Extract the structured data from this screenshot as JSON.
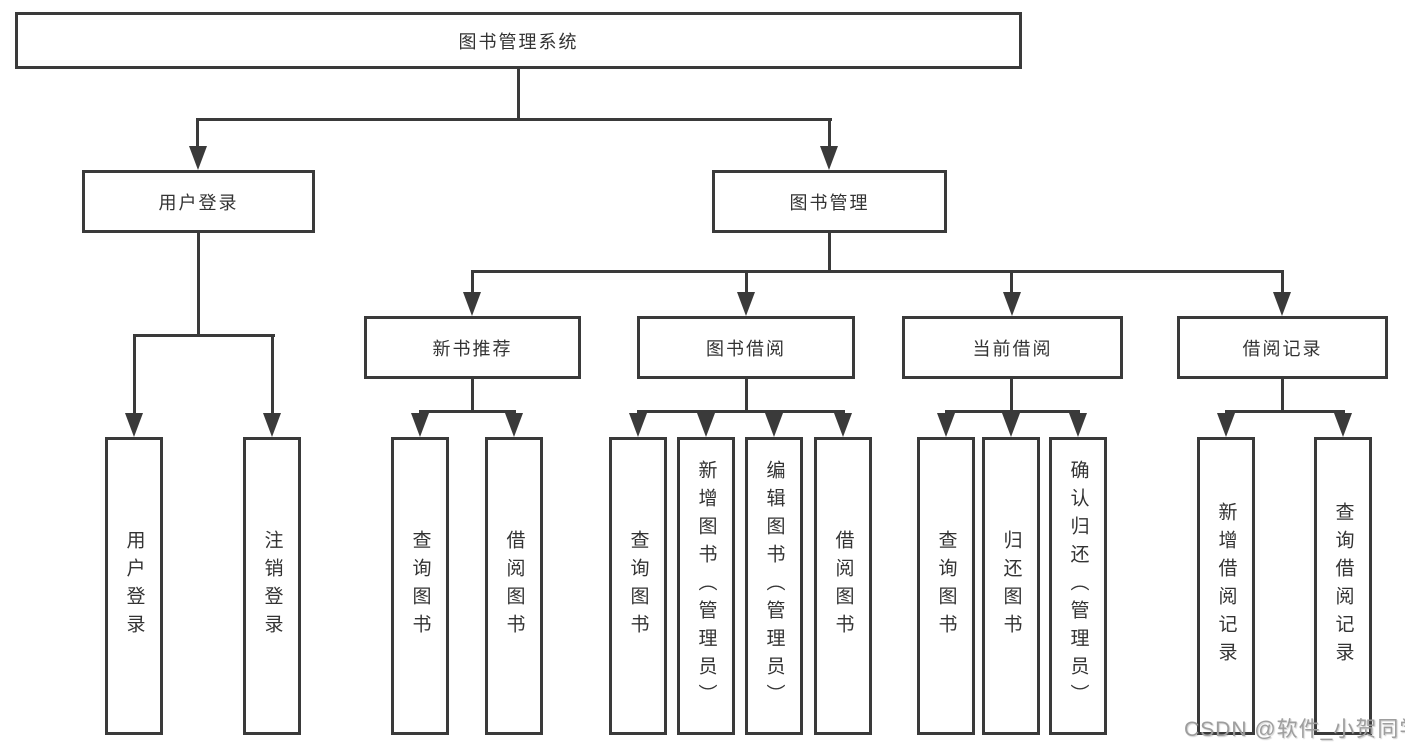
{
  "diagram_type": "hierarchy-tree",
  "tree": {
    "label": "图书管理系统",
    "children": [
      {
        "label": "用户登录",
        "children": [
          {
            "label": "用户登录"
          },
          {
            "label": "注销登录"
          }
        ]
      },
      {
        "label": "图书管理",
        "children": [
          {
            "label": "新书推荐",
            "children": [
              {
                "label": "查询图书"
              },
              {
                "label": "借阅图书"
              }
            ]
          },
          {
            "label": "图书借阅",
            "children": [
              {
                "label": "查询图书"
              },
              {
                "label": "新增图书（管理员）"
              },
              {
                "label": "编辑图书（管理员）"
              },
              {
                "label": "借阅图书"
              }
            ]
          },
          {
            "label": "当前借阅",
            "children": [
              {
                "label": "查询图书"
              },
              {
                "label": "归还图书"
              },
              {
                "label": "确认归还（管理员）"
              }
            ]
          },
          {
            "label": "借阅记录",
            "children": [
              {
                "label": "新增借阅记录"
              },
              {
                "label": "查询借阅记录"
              }
            ]
          }
        ]
      }
    ]
  },
  "watermark": "CSDN @软件_小贺同学",
  "colors": {
    "line": "#3a3a3a",
    "text": "#333333",
    "watermark": "#9e9e9e",
    "background": "#ffffff"
  }
}
